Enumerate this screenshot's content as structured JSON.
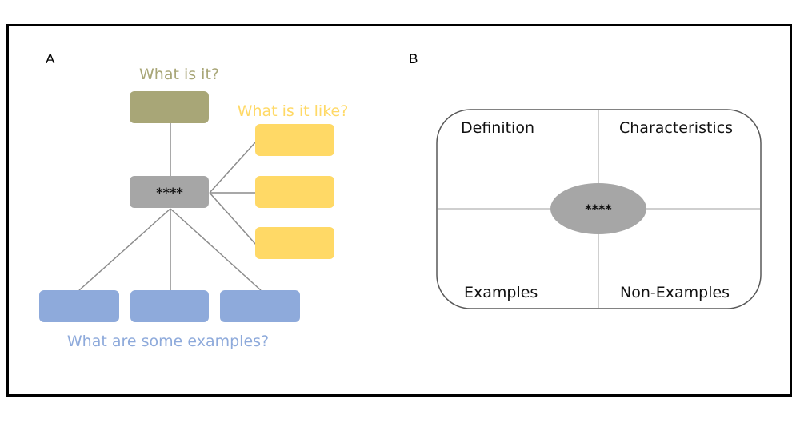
{
  "panel_a": {
    "label": "A",
    "center_node": "****",
    "question_what": "What is it?",
    "question_like": "What is it like?",
    "question_examples": "What are some examples?",
    "colors": {
      "what": "#a8a677",
      "like": "#ffd966",
      "examples": "#8eaadb",
      "center": "#a6a6a6",
      "what_text": "#a8a677",
      "like_text": "#ffd966",
      "examples_text": "#8eaadb",
      "connector": "#8c8c8c"
    },
    "like_boxes": 3,
    "example_boxes": 3
  },
  "panel_b": {
    "label": "B",
    "center_node": "****",
    "quadrants": {
      "top_left": "Definition",
      "top_right": "Characteristics",
      "bottom_left": "Examples",
      "bottom_right": "Non-Examples"
    },
    "colors": {
      "center": "#a6a6a6",
      "border": "#595959",
      "divider": "#bfbfbf"
    }
  }
}
